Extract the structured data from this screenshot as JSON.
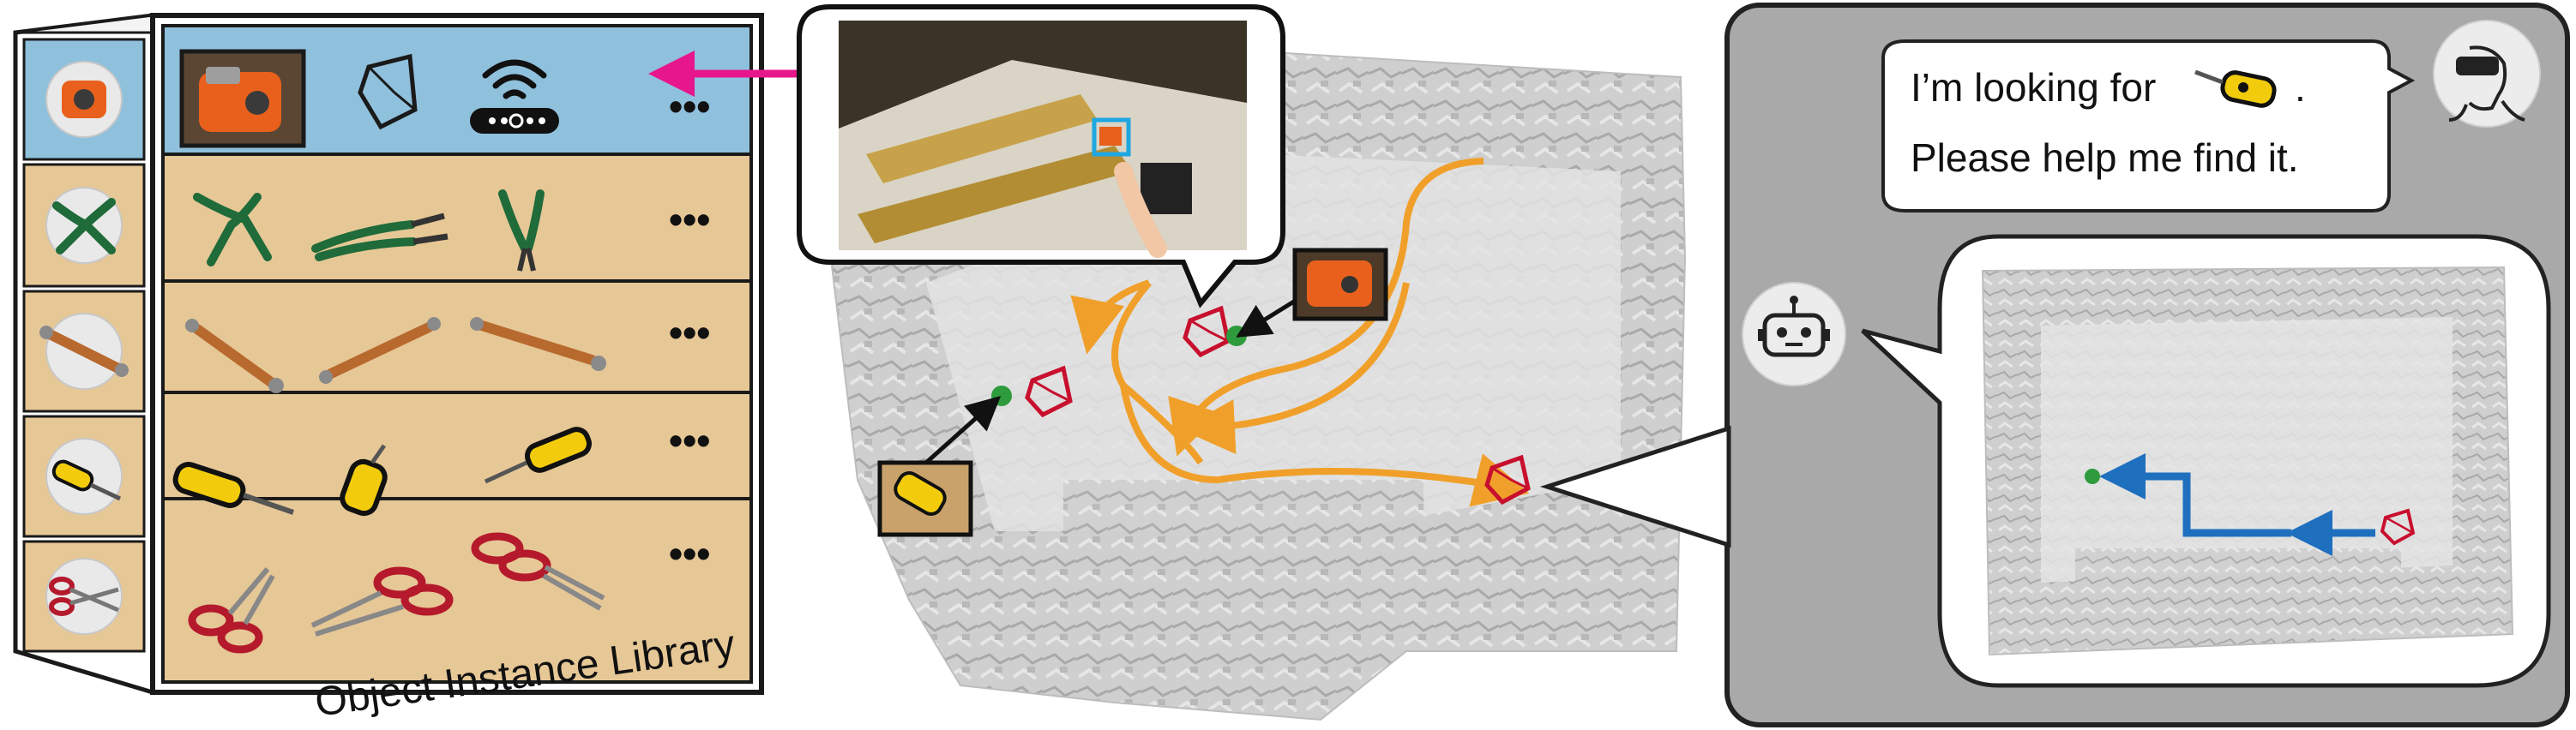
{
  "library": {
    "caption": "Object Instance Library",
    "ellipsis": "•••",
    "rows": [
      {
        "category": "tape-measure",
        "highlight": true
      },
      {
        "category": "pliers"
      },
      {
        "category": "screw-pin"
      },
      {
        "category": "screwdriver"
      },
      {
        "category": "scissors"
      }
    ],
    "colors": {
      "highlight_row": "#8fc0dc",
      "shelf": "#e6c796",
      "arrow": "#e8168c"
    }
  },
  "scene": {
    "path_color": "#f0a02a",
    "target_marker_color": "#2e9b3c",
    "camera_color": "#c8102e",
    "detections": [
      "tape-measure",
      "screwdriver"
    ]
  },
  "dialog": {
    "user_text_line1": "I’m looking for",
    "user_text_period": ".",
    "user_text_line2": "Please help me find it.",
    "user_icon": "user-vr-headset-icon",
    "robot_icon": "robot-icon",
    "nav_path_color": "#1f6fbf"
  }
}
